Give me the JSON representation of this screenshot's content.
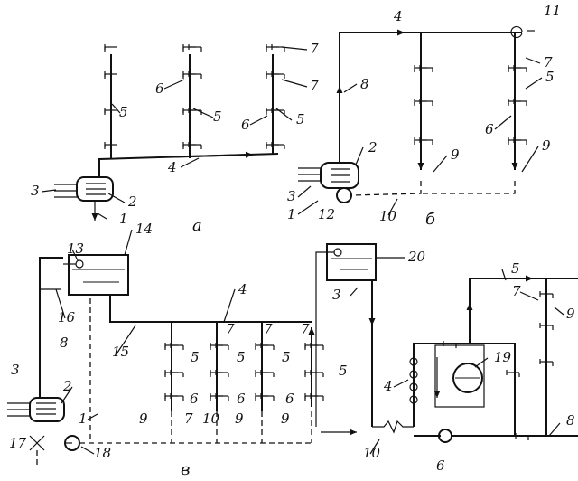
{
  "panels": {
    "a": {
      "caption": "а"
    },
    "b": {
      "caption": "б"
    },
    "v": {
      "caption": "в"
    }
  },
  "labels": {
    "a": [
      "1",
      "2",
      "3",
      "4",
      "5",
      "5",
      "5",
      "6",
      "6",
      "7",
      "7"
    ],
    "b": [
      "1",
      "2",
      "3",
      "4",
      "5",
      "6",
      "7",
      "8",
      "9",
      "9",
      "10",
      "11",
      "12"
    ],
    "v": [
      "1",
      "2",
      "3",
      "4",
      "5",
      "5",
      "5",
      "5",
      "6",
      "6",
      "6",
      "7",
      "7",
      "7",
      "7",
      "8",
      "9",
      "9",
      "9",
      "10",
      "13",
      "14",
      "15",
      "16",
      "17",
      "18"
    ],
    "d": [
      "3",
      "4",
      "5",
      "6",
      "7",
      "8",
      "9",
      "10",
      "19",
      "20"
    ]
  }
}
